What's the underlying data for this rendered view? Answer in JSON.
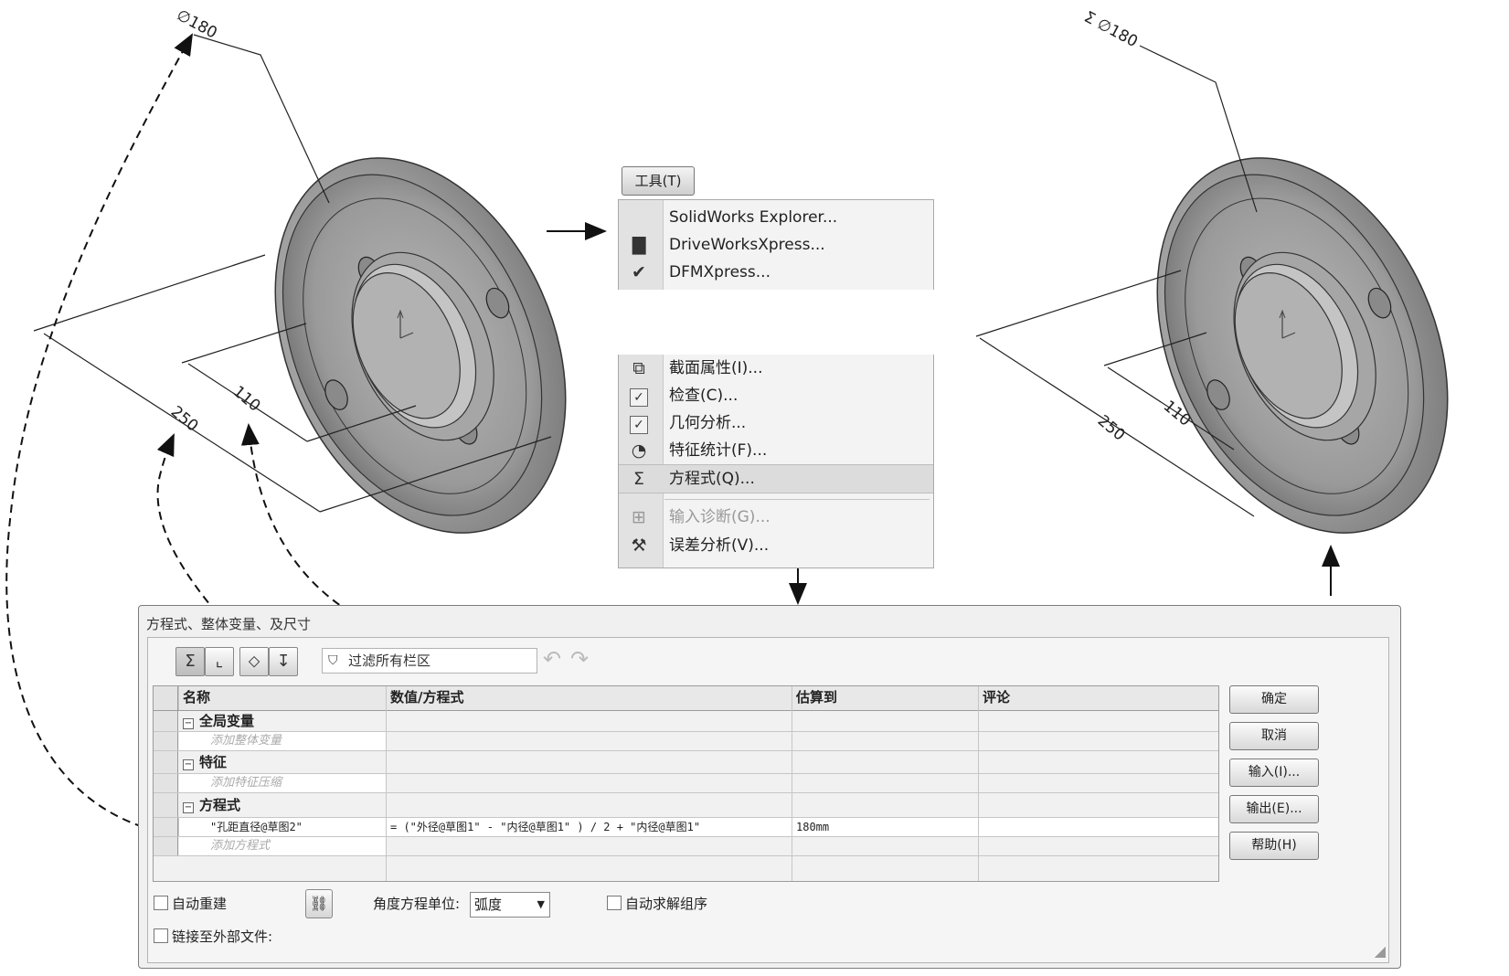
{
  "left_part": {
    "dimensions": {
      "diameter": "∅180",
      "outer": "250",
      "inner": "110"
    }
  },
  "right_part": {
    "dimensions": {
      "diameter": "Σ ∅180",
      "outer": "250",
      "inner": "110"
    }
  },
  "tools_menu": {
    "title": "工具(T)",
    "items_top": [
      {
        "label": "SolidWorks Explorer...",
        "icon": "explorer-icon"
      },
      {
        "label": "DriveWorksXpress...",
        "icon": "driveworks-icon"
      },
      {
        "label": "DFMXpress...",
        "icon": "dfmxpress-check-icon"
      }
    ],
    "items_bottom": [
      {
        "label": "截面属性(I)...",
        "icon": "section-properties-icon"
      },
      {
        "label": "检查(C)...",
        "icon": "check-icon"
      },
      {
        "label": "几何分析...",
        "icon": "geometry-analysis-icon"
      },
      {
        "label": "特征统计(F)...",
        "icon": "feature-statistics-icon"
      },
      {
        "label": "方程式(Q)...",
        "icon": "sigma-icon"
      },
      {
        "label": "输入诊断(G)...",
        "icon": "import-diagnostics-icon"
      },
      {
        "label": "误差分析(V)...",
        "icon": "deviation-analysis-icon"
      }
    ]
  },
  "dialog": {
    "title": "方程式、整体变量、及尺寸",
    "filter_placeholder": "过滤所有栏区",
    "columns": [
      "名称",
      "数值/方程式",
      "估算到",
      "评论"
    ],
    "groups": {
      "globals": {
        "label": "全局变量",
        "add_text": "添加整体变量"
      },
      "features": {
        "label": "特征",
        "add_text": "添加特征压缩"
      },
      "equations": {
        "label": "方程式",
        "row": {
          "name": "\"孔距直径@草图2\"",
          "value": "= (\"外径@草图1\" - \"内径@草图1\" ) / 2 + \"内径@草图1\"",
          "evaluates": "180mm",
          "comment": ""
        },
        "add_text": "添加方程式"
      }
    },
    "buttons": {
      "ok": "确定",
      "cancel": "取消",
      "import": "输入(I)...",
      "export": "输出(E)...",
      "help": "帮助(H)"
    },
    "options": {
      "auto_rebuild": "自动重建",
      "link_external": "链接至外部文件:",
      "angle_unit_label": "角度方程单位:",
      "angle_unit_value": "弧度",
      "auto_solve_order": "自动求解组序"
    }
  },
  "colors": {
    "part_fill": "#9a9a9a",
    "dialog_bg": "#f0f0f0",
    "menu_gutter": "#e2e2e2"
  }
}
